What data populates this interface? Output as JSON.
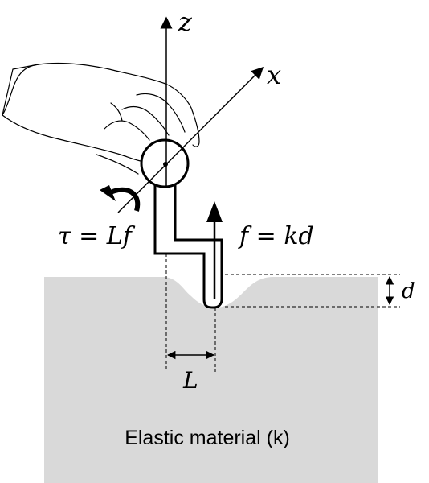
{
  "diagram": {
    "axes": {
      "z_label": "z",
      "x_label": "x"
    },
    "torque_label": "τ = Lf",
    "force_label": "f = kd",
    "displacement_label": "d",
    "lever_arm_label": "L",
    "material_label": "Elastic material (k)"
  },
  "colors": {
    "material_fill": "#d9d9d9",
    "stroke": "#000000",
    "background": "#ffffff"
  },
  "icons": [
    "hand-icon",
    "rotation-arrow-icon"
  ]
}
